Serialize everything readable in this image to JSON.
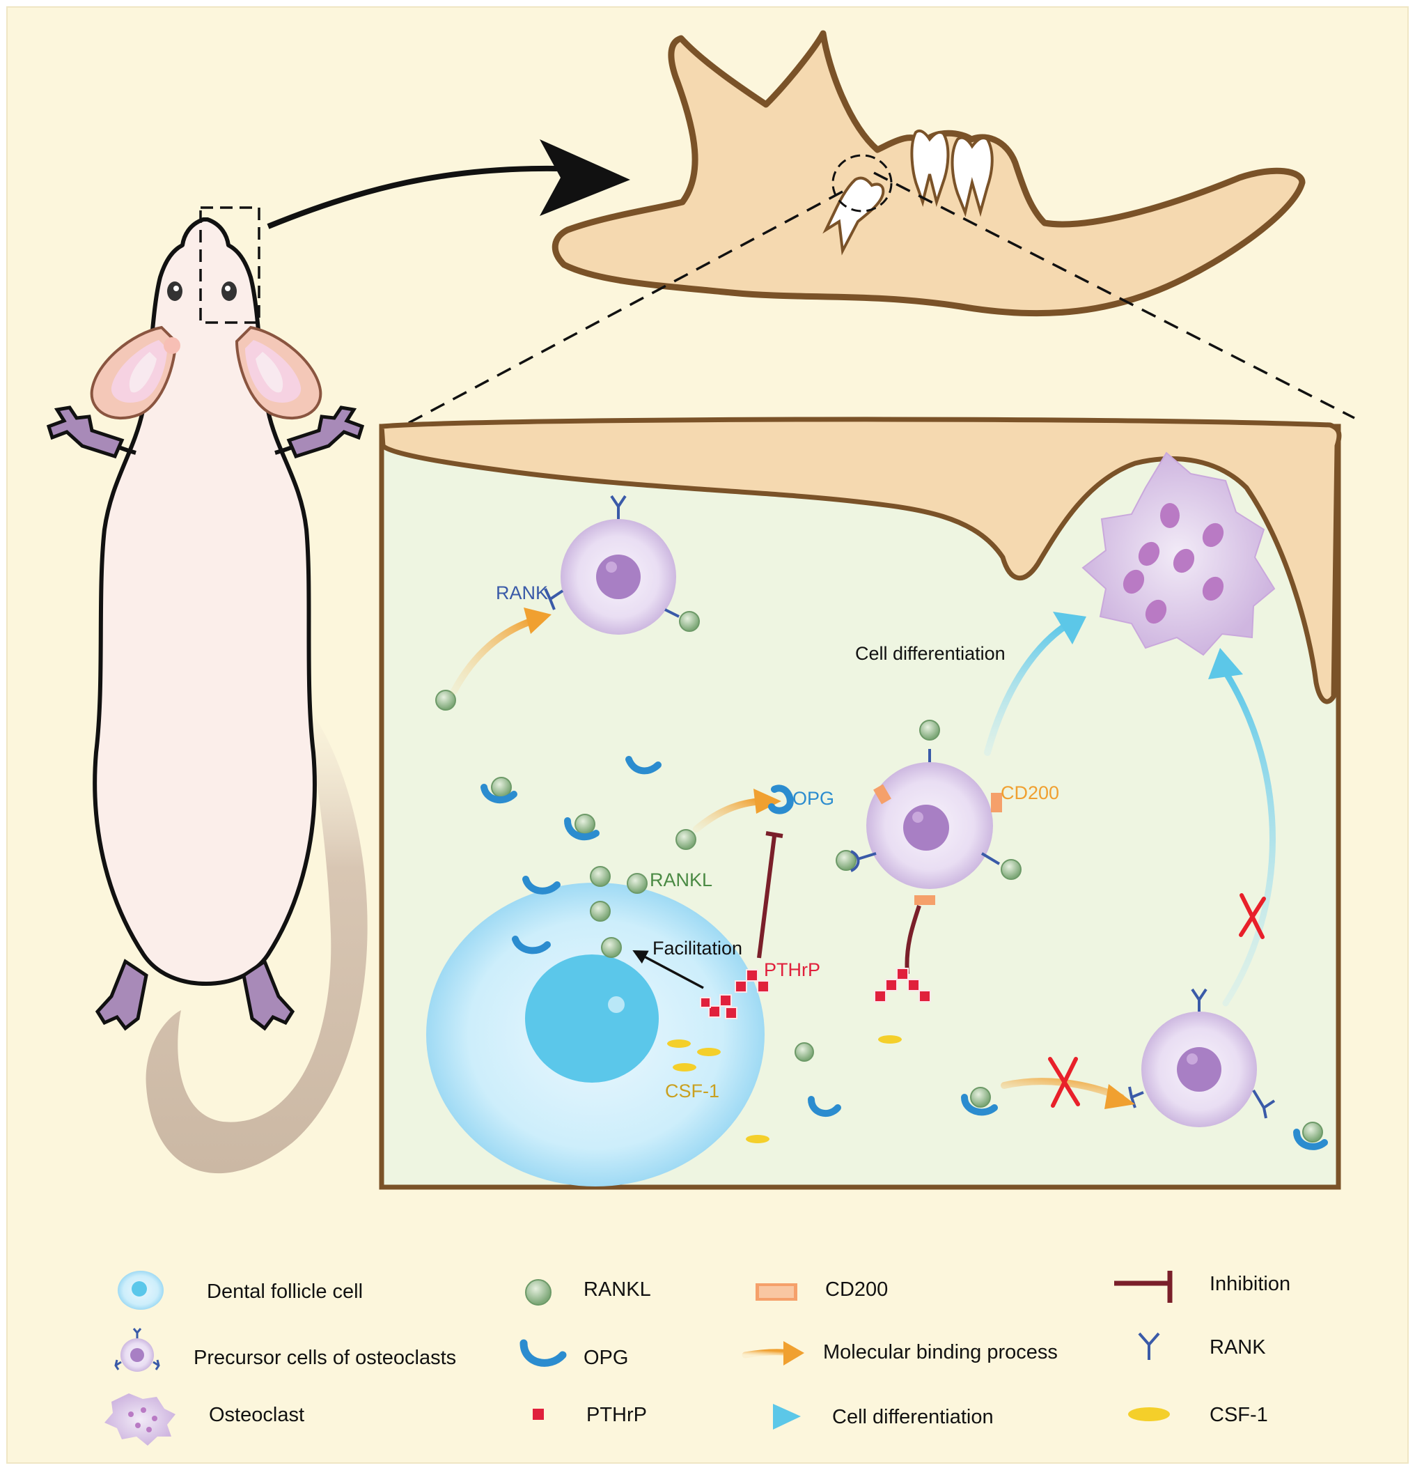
{
  "colors": {
    "background": "#fcf6dc",
    "bone": "#f5d9b0",
    "bone_stroke": "#7a5228",
    "tissue": "#eef5e1",
    "follicle_cell": "#a9ddf5",
    "follicle_nucleus": "#5bc7ea",
    "precursor_cell": "#ddd0ea",
    "precursor_nucleus": "#a87fc4",
    "osteoclast": "#d5c0e4",
    "osteoclast_nucleus": "#b97ac4",
    "rankl": "#8fb388",
    "opg": "#2b8ccf",
    "rank": "#3a5aa8",
    "pthrp": "#e0203c",
    "csf1": "#f4cf2a",
    "cd200": "#f5a06a",
    "binding_arrow": "#f0a030",
    "differentiation_arrow": "#5cc7e8",
    "inhibition": "#7a1f2a",
    "block_cross": "#e8202a"
  },
  "labels": {
    "rank": "RANK",
    "opg": "OPG",
    "rankl": "RANKL",
    "cd200": "CD200",
    "pthrp": "PTHrP",
    "csf1": "CSF-1",
    "facilitation": "Facilitation",
    "cell_differentiation": "Cell differentiation"
  },
  "legend": [
    {
      "icon": "dental-follicle-cell-icon",
      "label": "Dental follicle cell"
    },
    {
      "icon": "precursor-cell-icon",
      "label": "Precursor cells of osteoclasts"
    },
    {
      "icon": "osteoclast-icon",
      "label": "Osteoclast"
    },
    {
      "icon": "rankl-icon",
      "label": "RANKL"
    },
    {
      "icon": "opg-icon",
      "label": "OPG"
    },
    {
      "icon": "pthrp-icon",
      "label": "PTHrP"
    },
    {
      "icon": "cd200-icon",
      "label": "CD200"
    },
    {
      "icon": "binding-arrow-icon",
      "label": "Molecular binding process"
    },
    {
      "icon": "differentiation-arrow-icon",
      "label": "Cell differentiation"
    },
    {
      "icon": "inhibition-icon",
      "label": "Inhibition"
    },
    {
      "icon": "rank-icon",
      "label": "RANK"
    },
    {
      "icon": "csf1-icon",
      "label": "CSF-1"
    }
  ]
}
